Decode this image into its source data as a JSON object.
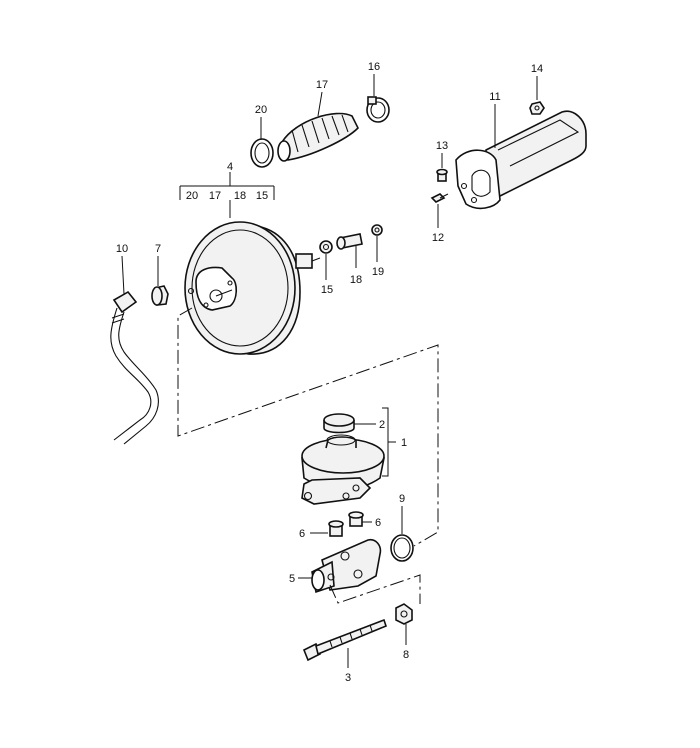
{
  "callouts": {
    "c1": "1",
    "c2": "2",
    "c3": "3",
    "c4": "4",
    "c5": "5",
    "c6a": "6",
    "c6b": "6",
    "c7": "7",
    "c8": "8",
    "c9": "9",
    "c10": "10",
    "c11": "11",
    "c12": "12",
    "c13": "13",
    "c14": "14",
    "c15": "15",
    "c16": "16",
    "c17": "17",
    "c18": "18",
    "c19": "19",
    "c20": "20"
  },
  "group_4_contents": [
    "20",
    "17",
    "18",
    "15"
  ]
}
